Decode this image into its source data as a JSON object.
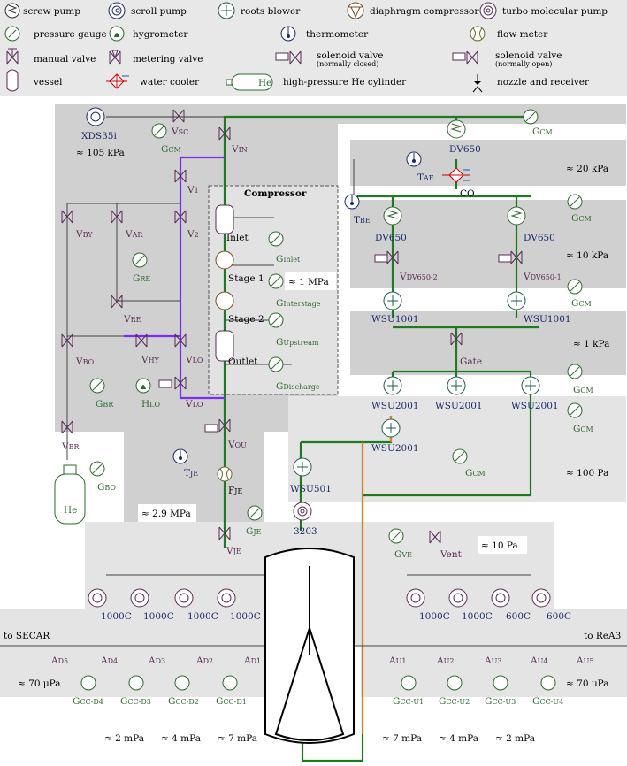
{
  "legend": {
    "screw_pump": "screw pump",
    "scroll_pump": "scroll pump",
    "roots_blower": "roots blower",
    "diaphragm_compressor": "diaphragm compressor",
    "turbo_pump": "turbo molecular pump",
    "pressure_gauge": "pressure gauge",
    "hygrometer": "hygrometer",
    "thermometer": "thermometer",
    "flow_meter": "flow meter",
    "manual_valve": "manual valve",
    "metering_valve": "metering valve",
    "solenoid_nc": "solenoid valve",
    "solenoid_nc_sub": "(normally closed)",
    "solenoid_no": "solenoid valve",
    "solenoid_no_sub": "(normally open)",
    "vessel": "vessel",
    "water_cooler": "water cooler",
    "he_cylinder": "high-pressure He cylinder",
    "he_text": "He",
    "nozzle": "nozzle and receiver"
  },
  "pressures": {
    "p105k": "≈ 105 kPa",
    "p20k": "≈ 20 kPa",
    "p10k": "≈ 10 kPa",
    "p1k": "≈ 1 kPa",
    "p1M": "≈ 1 MPa",
    "p100": "≈ 100 Pa",
    "p29M": "≈ 2.9 MPa",
    "p10": "≈ 10 Pa",
    "p70L": "≈ 70 μPa",
    "p70R": "≈ 70 μPa",
    "b2L": "≈ 2 mPa",
    "b4L": "≈ 4 mPa",
    "b7L": "≈ 7 mPa",
    "b7R": "≈ 7 mPa",
    "b4R": "≈ 4 mPa",
    "b2R": "≈ 2 mPa"
  },
  "labels": {
    "xds": "XDS35i",
    "gcm1": "G",
    "gcm1s": "CM",
    "vsc": "V",
    "vscs": "SC",
    "vin": "V",
    "vins": "IN",
    "gcm2": "G",
    "gcm2s": "CM",
    "compressor": "Compressor",
    "inlet": "Inlet",
    "stage1": "Stage 1",
    "stage2": "Stage 2",
    "outlet": "Outlet",
    "g_inlet": "G",
    "g_inlet_s": "Inlet",
    "g_inter": "G",
    "g_inter_s": "Interstage",
    "g_up": "G",
    "g_up_s": "Upstream",
    "g_dis": "G",
    "g_dis_s": "Discharge",
    "v1": "V",
    "v1s": "1",
    "v2": "V",
    "v2s": "2",
    "vby": "V",
    "vbys": "BY",
    "var": "V",
    "vars": "AR",
    "gre": "G",
    "gres": "RE",
    "vre": "V",
    "vres": "RE",
    "vbo": "V",
    "vbos": "BO",
    "vhy": "V",
    "vhys": "HY",
    "vlo1": "V",
    "vlo1s": "LO",
    "hlo": "H",
    "hlos": "LO",
    "vlo2": "V",
    "vlo2s": "LO",
    "gbr": "G",
    "gbrs": "BR",
    "vbr": "V",
    "vbrs": "BR",
    "gbo": "G",
    "gbos": "BO",
    "vou": "V",
    "vous": "OU",
    "tje": "T",
    "tjes": "JE",
    "fje": "F",
    "fjes": "JE",
    "gje": "G",
    "gjes": "JE",
    "vje": "V",
    "vjes": "JE",
    "dv650top": "DV650",
    "taf": "T",
    "tafs": "AF",
    "co": "CO",
    "tbe": "T",
    "tbes": "BE",
    "dv650a": "DV650",
    "dv650b": "DV650",
    "gcm3": "G",
    "gcm3s": "CM",
    "vdv2": "V",
    "vdv2s": "DV650-2",
    "vdv1": "V",
    "vdv1s": "DV650-1",
    "wsu1001a": "WSU1001",
    "wsu1001b": "WSU1001",
    "gcm4": "G",
    "gcm4s": "CM",
    "gate": "Gate",
    "gcm5": "G",
    "gcm5s": "CM",
    "wsu2001a": "WSU2001",
    "wsu2001b": "WSU2001",
    "wsu2001c": "WSU2001",
    "wsu2001d": "WSU2001",
    "gcm6": "G",
    "gcm6s": "CM",
    "gcm7": "G",
    "gcm7s": "CM",
    "wsu501": "WSU501",
    "p3203": "3203",
    "gve": "G",
    "gves": "VE",
    "vent": "Vent",
    "t1000a": "1000C",
    "t1000b": "1000C",
    "t1000c": "1000C",
    "t1000d": "1000C",
    "t1000e": "1000C",
    "t1000f": "1000C",
    "t600a": "600C",
    "t600b": "600C",
    "to_secar": "to SECAR",
    "to_rea3": "to ReA3",
    "ad5": "A",
    "ad5s": "D5",
    "ad4": "A",
    "ad4s": "D4",
    "ad3": "A",
    "ad3s": "D3",
    "ad2": "A",
    "ad2s": "D2",
    "ad1": "A",
    "ad1s": "D1",
    "au1": "A",
    "au1s": "U1",
    "au2": "A",
    "au2s": "U2",
    "au3": "A",
    "au3s": "U3",
    "au4": "A",
    "au4s": "U4",
    "au5": "A",
    "au5s": "U5",
    "gccd4": "G",
    "gccd4s": "CC-D4",
    "gccd3": "G",
    "gccd3s": "CC-D3",
    "gccd2": "G",
    "gccd2s": "CC-D2",
    "gccd1": "G",
    "gccd1s": "CC-D1",
    "gccu1": "G",
    "gccu1s": "CC-U1",
    "gccu2": "G",
    "gccu2s": "CC-U2",
    "gccu3": "G",
    "gccu3s": "CC-U3",
    "gccu4": "G",
    "gccu4s": "CC-U4"
  },
  "colors": {
    "green_flow": "#1f7a1f",
    "purple_flow": "#7a2cf0",
    "orange_flow": "#f07a12",
    "region_gray": "#d0d0d0",
    "region_light": "#e4e4e4",
    "legend_bg": "#e8e8e8",
    "label_green": "#2e6b2e",
    "label_purple": "#5a2a55"
  }
}
